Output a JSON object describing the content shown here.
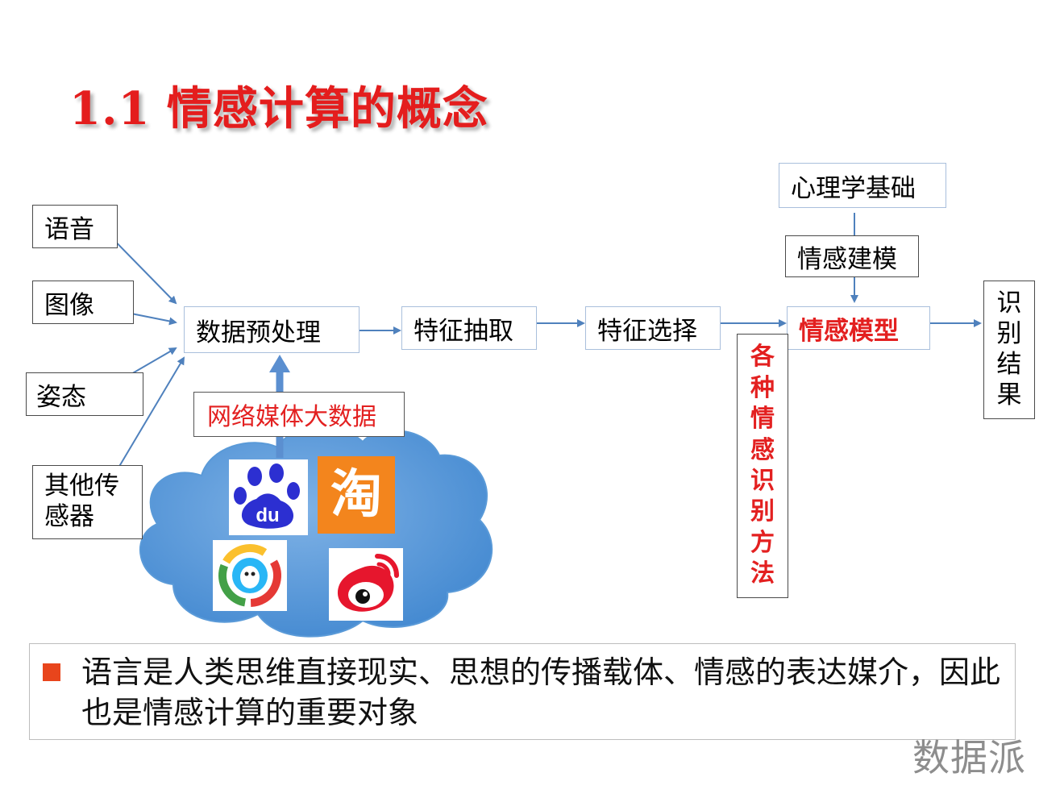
{
  "title": "1.1 情感计算的概念",
  "inputs": {
    "speech": "语音",
    "image": "图像",
    "posture": "姿态",
    "other_sensors": [
      "其他传",
      "感器"
    ]
  },
  "pipeline": {
    "preprocess": "数据预处理",
    "feature_extraction": "特征抽取",
    "feature_selection": "特征选择",
    "emotion_model": "情感模型",
    "result": [
      "识",
      "别",
      "结",
      "果"
    ]
  },
  "modeling": {
    "psychology": "心理学基础",
    "emotion_modeling": "情感建模",
    "methods": [
      "各",
      "种",
      "情",
      "感",
      "识",
      "别",
      "方",
      "法"
    ]
  },
  "bigdata": {
    "label": "网络媒体大数据",
    "logos": [
      "baidu-logo",
      "taobao-logo",
      "tencent-news-logo",
      "weibo-logo"
    ],
    "baidu_text": "du",
    "taobao_text": "淘"
  },
  "note": {
    "text": "语言是人类思维直接现实、思想的传播载体、情感的表达媒介，因此也是情感计算的重要对象"
  },
  "watermark": "数据派",
  "colors": {
    "title": "#e41d1d",
    "highlight": "#e32020",
    "arrow": "#4f81bd",
    "cloud": "#5b9bd5",
    "bullet": "#e8451c"
  }
}
